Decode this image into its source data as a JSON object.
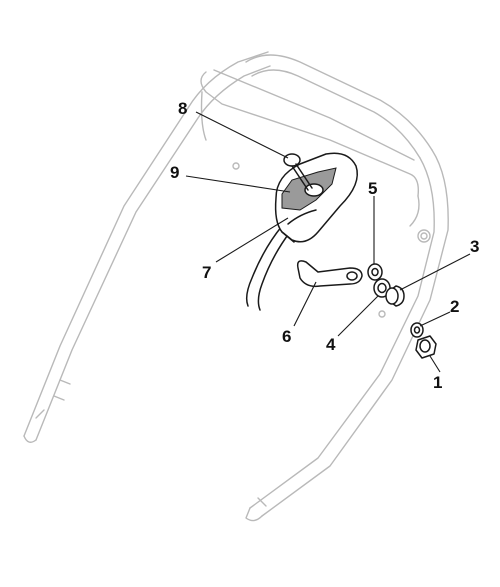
{
  "colors": {
    "ink": "#1a1a1a",
    "ghost": "#b9b9b9",
    "label_gray": "#9a9a9a",
    "background": "#ffffff"
  },
  "callouts": [
    {
      "id": "1",
      "label": "1"
    },
    {
      "id": "2",
      "label": "2"
    },
    {
      "id": "3",
      "label": "3"
    },
    {
      "id": "4",
      "label": "4"
    },
    {
      "id": "5",
      "label": "5"
    },
    {
      "id": "6",
      "label": "6"
    },
    {
      "id": "7",
      "label": "7"
    },
    {
      "id": "8",
      "label": "8"
    },
    {
      "id": "9",
      "label": "9"
    }
  ]
}
